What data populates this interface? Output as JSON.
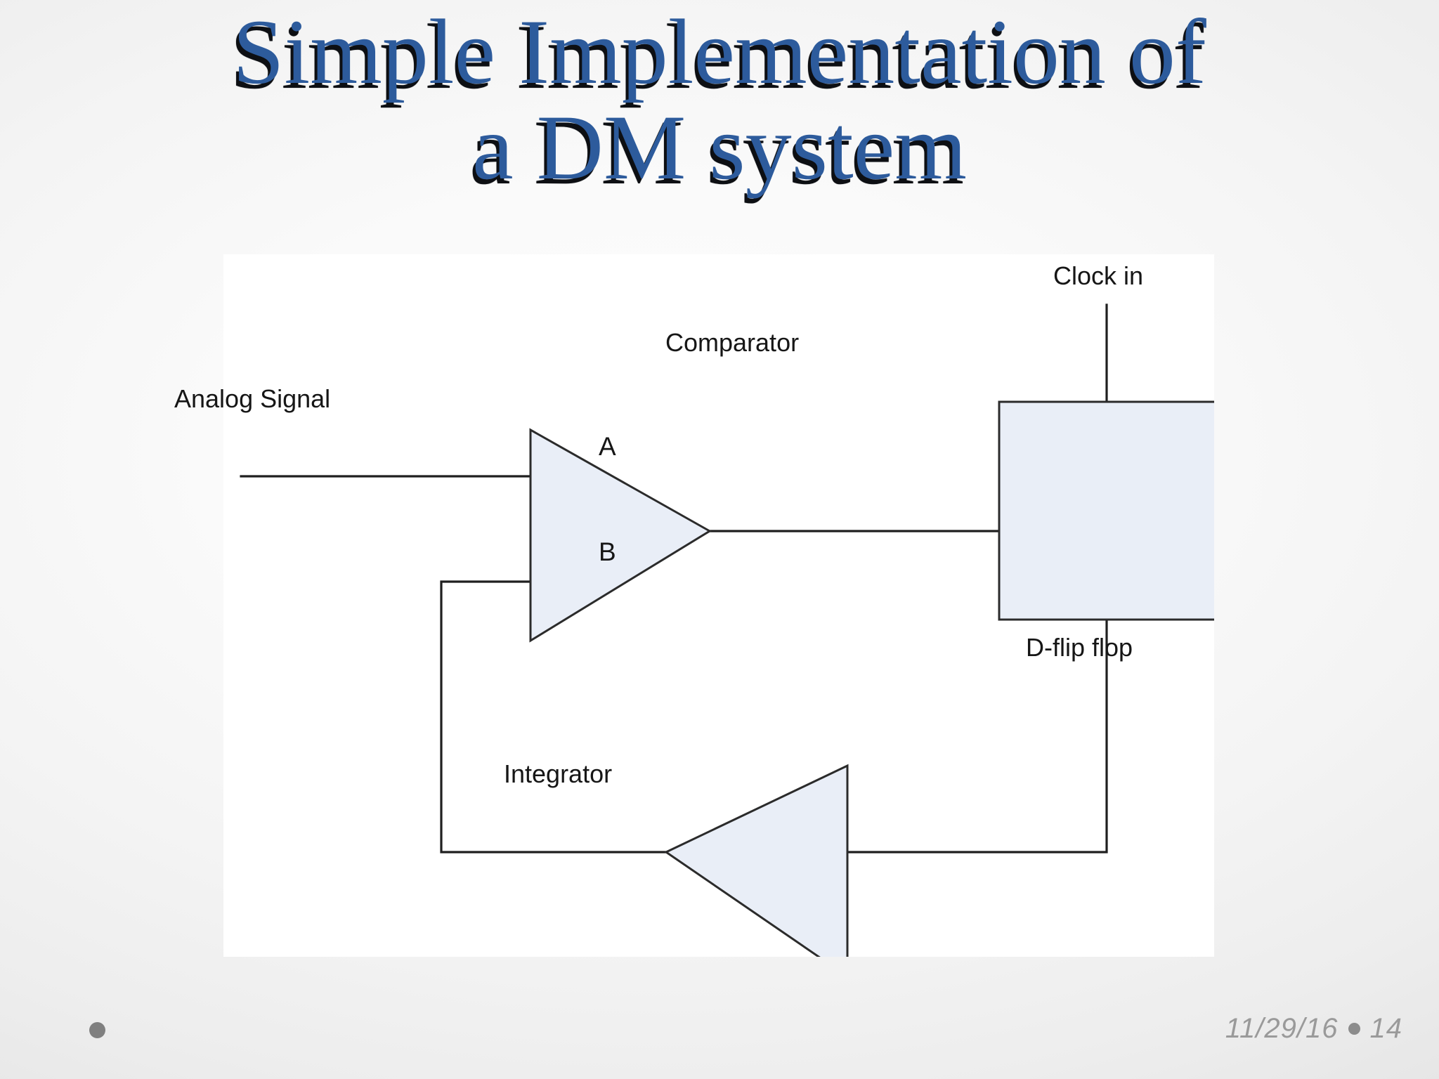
{
  "slide": {
    "title_line1": "Simple Implementation of",
    "title_line2": "a DM system",
    "title_full": "Simple Implementation of\na DM system",
    "title_color": "#2d5b9c",
    "title_shadow_color": "#0d0f13",
    "background_edge_color": "#d4d4d4",
    "background_center_color": "#fdfdfd"
  },
  "diagram": {
    "panel_color": "#ffffff",
    "shape_fill": "#e9eef7",
    "shape_stroke": "#2b2b2b",
    "wire_color": "#1f1f1f",
    "labels": {
      "clock_in": "Clock in",
      "comparator": "Comparator",
      "analog_signal": "Analog Signal",
      "input_a": "A",
      "input_b": "B",
      "d_flip_flop": "D-flip flop",
      "integrator": "Integrator"
    },
    "blocks": [
      {
        "name": "comparator",
        "shape": "triangle-right",
        "label": "Comparator"
      },
      {
        "name": "d-flip-flop",
        "shape": "rectangle",
        "label": "D-flip flop"
      },
      {
        "name": "integrator",
        "shape": "triangle-left",
        "label": "Integrator"
      }
    ],
    "connections": [
      {
        "from": "Analog Signal",
        "to": "Comparator input A"
      },
      {
        "from": "Clock in",
        "to": "D-flip flop"
      },
      {
        "from": "Comparator output",
        "to": "D-flip flop"
      },
      {
        "from": "D-flip flop output",
        "to": "Integrator"
      },
      {
        "from": "Integrator output",
        "to": "Comparator input B"
      }
    ]
  },
  "footer": {
    "date": "11/29/16",
    "page_number": "14",
    "separator": "●",
    "text_color": "#9a9a9a"
  }
}
